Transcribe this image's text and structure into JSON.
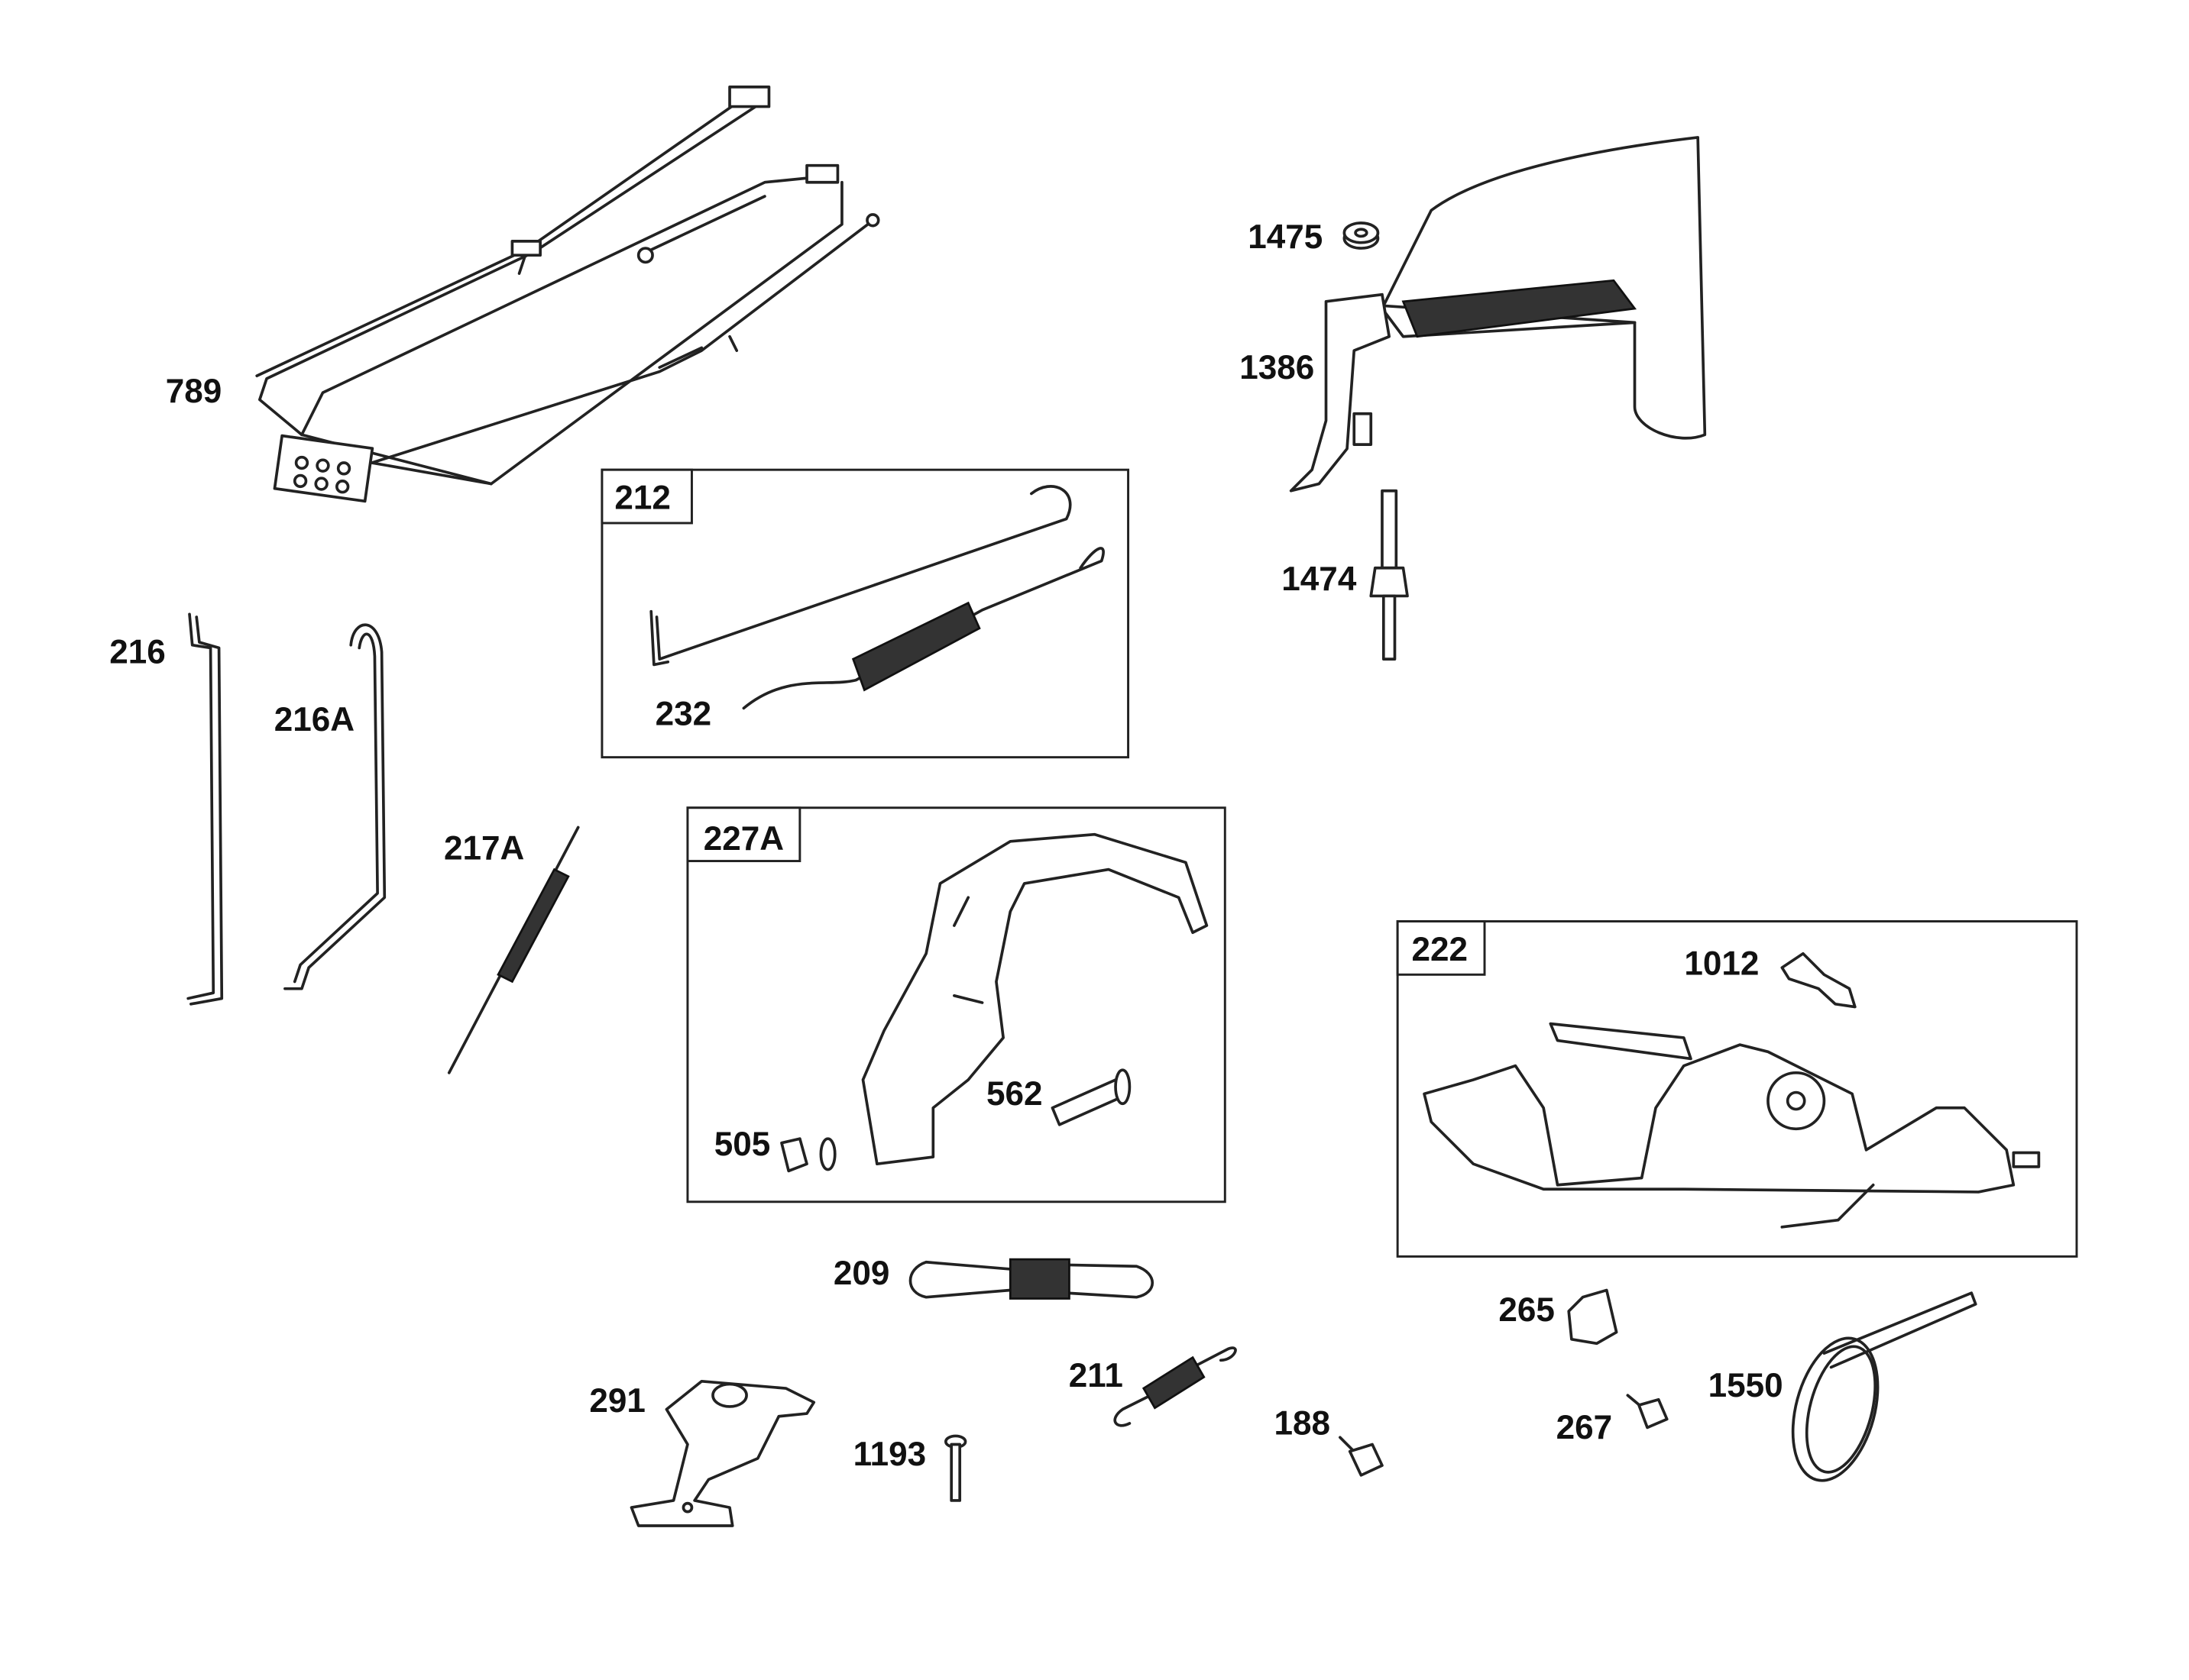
{
  "diagram": {
    "parts": [
      {
        "id": "789"
      },
      {
        "id": "1475"
      },
      {
        "id": "1386"
      },
      {
        "id": "1474"
      },
      {
        "id": "212"
      },
      {
        "id": "232"
      },
      {
        "id": "216"
      },
      {
        "id": "216A"
      },
      {
        "id": "217A"
      },
      {
        "id": "227A"
      },
      {
        "id": "562"
      },
      {
        "id": "505"
      },
      {
        "id": "222"
      },
      {
        "id": "1012"
      },
      {
        "id": "209"
      },
      {
        "id": "265"
      },
      {
        "id": "1550"
      },
      {
        "id": "291"
      },
      {
        "id": "211"
      },
      {
        "id": "188"
      },
      {
        "id": "267"
      },
      {
        "id": "1193"
      }
    ]
  }
}
